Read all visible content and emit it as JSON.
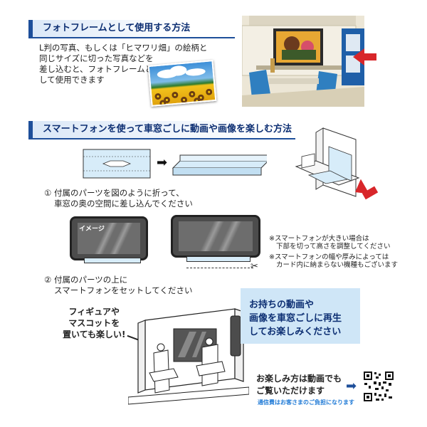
{
  "section1": {
    "title": "フォトフレームとして使用する方法",
    "desc_lines": [
      "L判の写真、もしくは「ヒマワリ畑」の絵柄と",
      "同じサイズに切った写真などを",
      "差し込むと、フォトフレームと",
      "して使用できます"
    ]
  },
  "section2": {
    "title": "スマートフォンを使って車窓ごしに動画や画像を楽しむ方法",
    "step1_lines": [
      "① 付属のパーツを図のように折って、",
      "車窓の奥の空間に差し込んでください"
    ],
    "image_label": "イメージ",
    "notes": [
      "※スマートフォンが大きい場合は",
      "下部を切って高さを調整してください",
      "※スマートフォンの幅や厚みによっては",
      "カード内に納まらない機種もございます"
    ],
    "step2_lines": [
      "② 付属のパーツの上に",
      "スマートフォンをセットしてください"
    ],
    "figure_lines": [
      "フィギュアや",
      "マスコットを",
      "置いても楽しい!"
    ],
    "info_box_lines": [
      "お持ちの動画や",
      "画像を車窓ごしに再生",
      "してお楽しみください"
    ],
    "video_lines": [
      "お楽しみ方は動画でも",
      "ご覧いただけます"
    ],
    "fee_note": "通信費はお客さまのご負担になります"
  },
  "colors": {
    "accent": "#1e4f9a",
    "info_box": "#cfe6f7",
    "arrow_red": "#d8262a",
    "fee_note": "#1f7ad6"
  },
  "icons": [
    "black-arrow-right-icon",
    "red-arrow-left-icon",
    "blue-arrow-right-icon",
    "scissors-icon",
    "qr-code-icon"
  ]
}
